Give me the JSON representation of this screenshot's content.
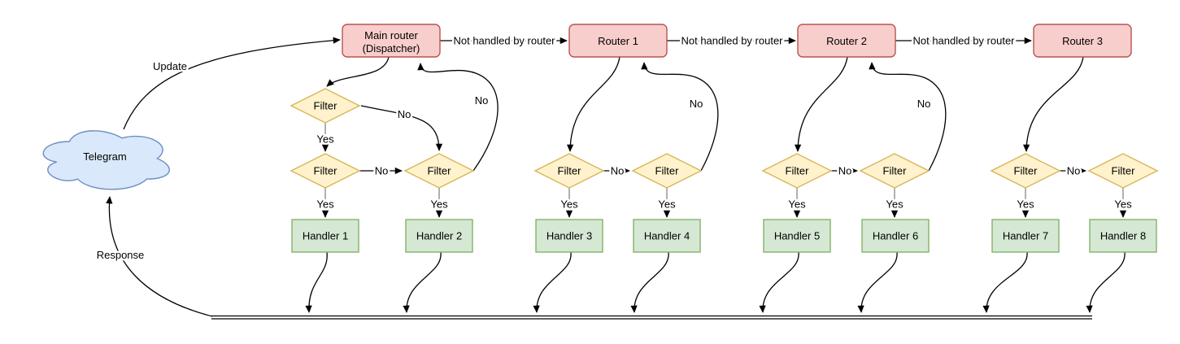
{
  "diagram": {
    "nodes": {
      "cloud": "Telegram",
      "main_router": [
        "Main router",
        "(Dispatcher)"
      ],
      "routers": [
        "Router 1",
        "Router 2",
        "Router 3"
      ],
      "filter": "Filter",
      "handlers": [
        "Handler 1",
        "Handler 2",
        "Handler 3",
        "Handler 4",
        "Handler 5",
        "Handler 6",
        "Handler 7",
        "Handler 8"
      ]
    },
    "labels": {
      "update": "Update",
      "response": "Response",
      "not_handled": "Not handled by router",
      "yes": "Yes",
      "no": "No"
    },
    "colors": {
      "router_fill": "#f8cecc",
      "router_stroke": "#b85450",
      "filter_fill": "#fff2cc",
      "filter_stroke": "#d6b656",
      "handler_fill": "#d5e8d4",
      "handler_stroke": "#82b366",
      "cloud_fill": "#dae8fc",
      "cloud_stroke": "#6c8ebf",
      "edge": "#000000"
    }
  }
}
